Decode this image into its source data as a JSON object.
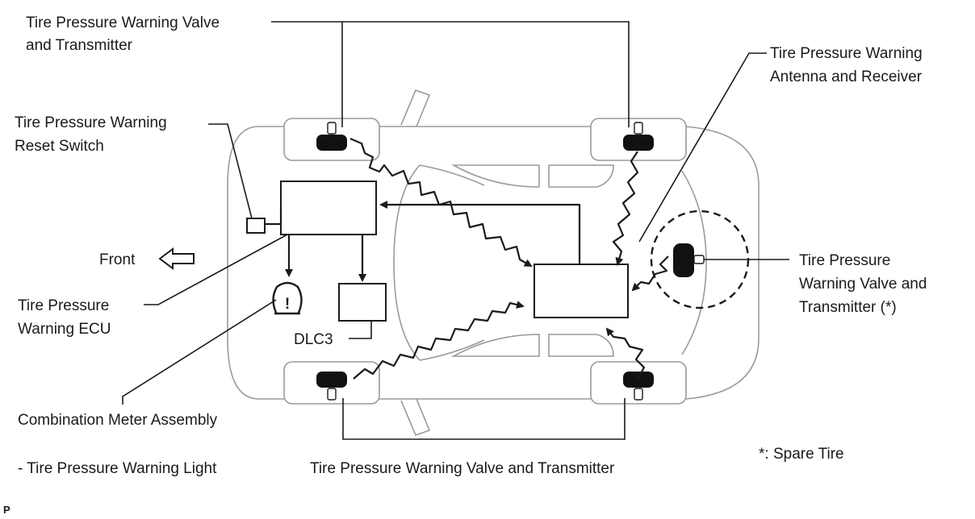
{
  "labels": {
    "valve_top": [
      "Tire Pressure Warning Valve",
      "and Transmitter"
    ],
    "antenna": [
      "Tire Pressure Warning",
      "Antenna and Receiver"
    ],
    "reset_switch": [
      "Tire Pressure Warning",
      "Reset Switch"
    ],
    "front": "Front",
    "ecu": [
      "Tire Pressure",
      "Warning ECU"
    ],
    "dlc3": "DLC3",
    "spare_valve": [
      "Tire Pressure",
      "Warning Valve and",
      "Transmitter (*)"
    ],
    "combination_meter": "Combination Meter Assembly",
    "warning_light": "- Tire Pressure Warning Light",
    "valve_bottom": "Tire Pressure Warning Valve and Transmitter",
    "spare_note": "*: Spare Tire",
    "corner_mark": "P"
  },
  "icons": {
    "warning_light_symbol": "!",
    "front_arrow": "hollow-left-arrow"
  }
}
